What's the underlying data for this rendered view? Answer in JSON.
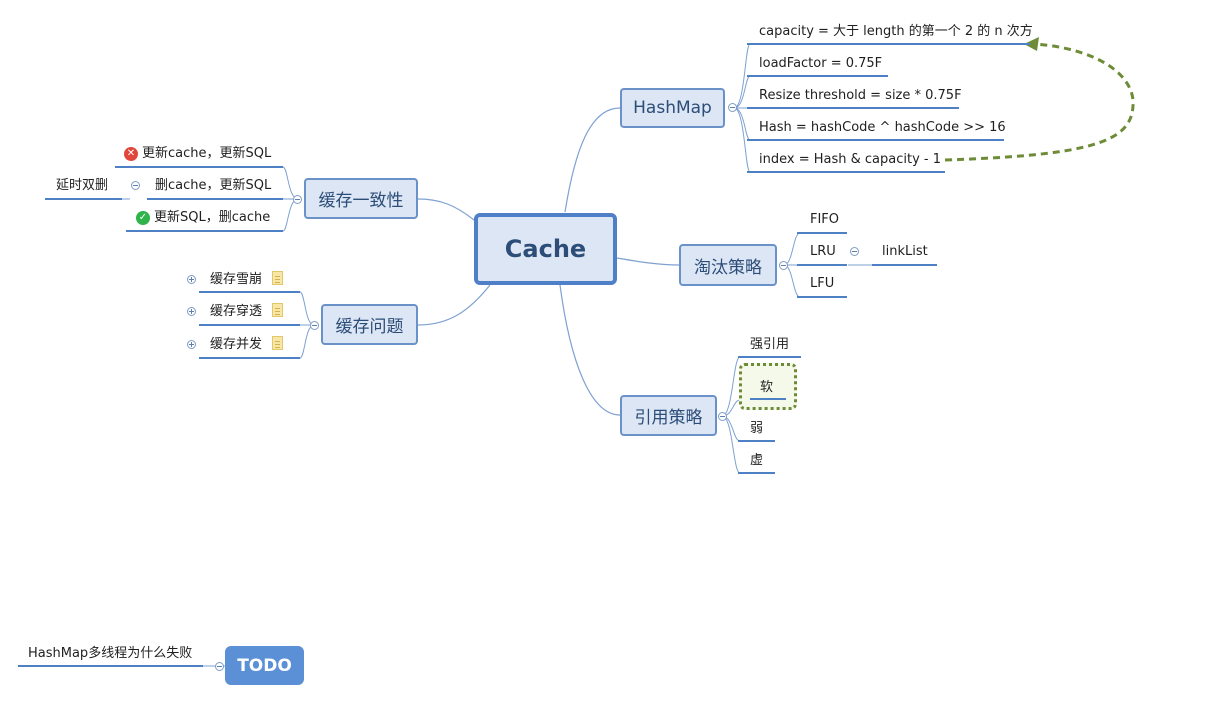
{
  "central": {
    "label": "Cache"
  },
  "hashmap": {
    "label": "HashMap",
    "items": [
      "capacity = 大于 length 的第一个 2 的 n 次方",
      "loadFactor = 0.75F",
      "Resize threshold = size * 0.75F",
      "Hash = hashCode ^ hashCode >> 16",
      "index = Hash & capacity - 1"
    ]
  },
  "eviction": {
    "label": "淘汰策略",
    "items": [
      "FIFO",
      "LRU",
      "LFU"
    ],
    "lru_child": "linkList"
  },
  "reference": {
    "label": "引用策略",
    "items": [
      "强引用",
      "软",
      "弱",
      "虚"
    ]
  },
  "consistency": {
    "label": "缓存一致性",
    "items": [
      "更新cache，更新SQL",
      "删cache，更新SQL",
      "更新SQL，删cache"
    ],
    "delete_child": "延时双删"
  },
  "problems": {
    "label": "缓存问题",
    "items": [
      "缓存雪崩",
      "缓存穿透",
      "缓存并发"
    ]
  },
  "todo": {
    "label": "TODO",
    "child": "HashMap多线程为什么失败"
  },
  "colors": {
    "branch": "#6b92c8",
    "leaf_line": "#4d80c4",
    "relationship": "#6e8c38"
  }
}
